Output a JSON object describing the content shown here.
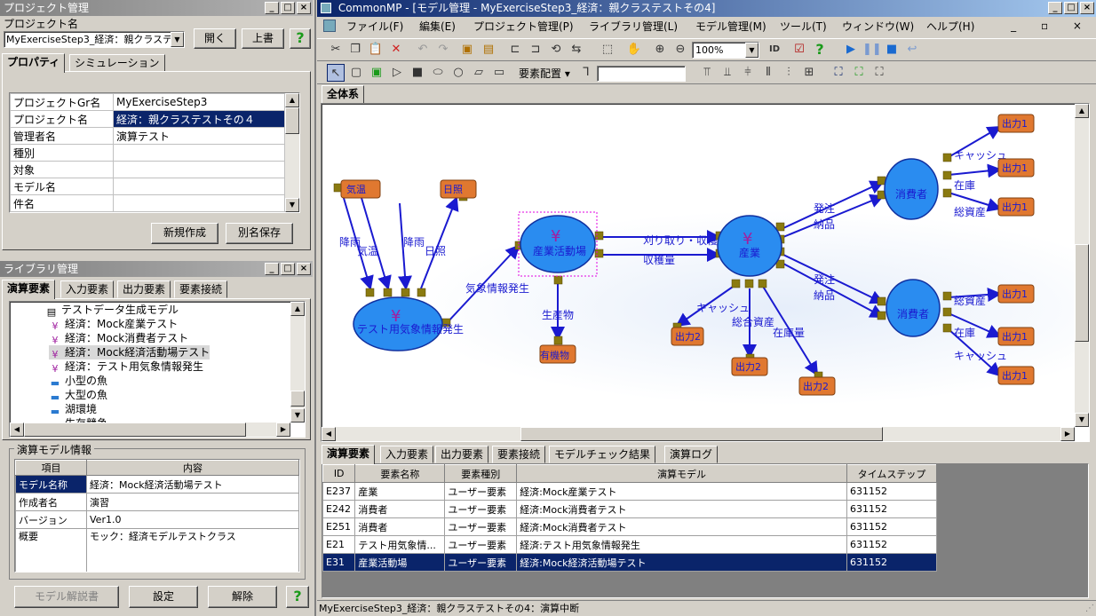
{
  "project_panel": {
    "title": "プロジェクト管理",
    "project_name_label": "プロジェクト名",
    "project_select_value": "MyExerciseStep3_経済：親クラステ",
    "open_btn": "開く",
    "overwrite_btn": "上書",
    "help_btn": "?",
    "tabs": [
      "プロパティ",
      "シミュレーション"
    ],
    "properties": [
      {
        "k": "プロジェクトGr名",
        "v": "MyExerciseStep3"
      },
      {
        "k": "プロジェクト名",
        "v": "経済：親クラステストその４"
      },
      {
        "k": "管理者名",
        "v": "演算テスト"
      },
      {
        "k": "種別",
        "v": ""
      },
      {
        "k": "対象",
        "v": ""
      },
      {
        "k": "モデル名",
        "v": ""
      },
      {
        "k": "件名",
        "v": ""
      }
    ],
    "new_btn": "新規作成",
    "save_as_btn": "別名保存"
  },
  "library_panel": {
    "title": "ライブラリ管理",
    "tabs": [
      "演算要素",
      "入力要素",
      "出力要素",
      "要素接続"
    ],
    "tree": [
      {
        "icon": "table-icon",
        "label": "テストデータ生成モデル",
        "sel": false
      },
      {
        "icon": "model-icon",
        "label": "経済：Mock産業テスト",
        "sel": false
      },
      {
        "icon": "model-icon",
        "label": "経済：Mock消費者テスト",
        "sel": false
      },
      {
        "icon": "model-icon",
        "label": "経済：Mock経済活動場テスト",
        "sel": true
      },
      {
        "icon": "model-icon",
        "label": "経済：テスト用気象情報発生",
        "sel": false
      },
      {
        "icon": "fish-icon",
        "label": "小型の魚",
        "sel": false
      },
      {
        "icon": "fish-icon",
        "label": "大型の魚",
        "sel": false
      },
      {
        "icon": "fish-icon",
        "label": "湖環境",
        "sel": false
      },
      {
        "icon": "fish-icon",
        "label": "生存競争",
        "sel": false
      }
    ],
    "info_title": "演算モデル情報",
    "info_headers": [
      "項目",
      "内容"
    ],
    "info_rows": [
      {
        "k": "モデル名称",
        "v": "経済：Mock経済活動場テスト"
      },
      {
        "k": "作成者名",
        "v": "演習"
      },
      {
        "k": "バージョン",
        "v": "Ver1.0"
      },
      {
        "k": "概要",
        "v": "モック：経済モデルテストクラス"
      }
    ],
    "manual_btn": "モデル解説書",
    "settings_btn": "設定",
    "remove_btn": "解除",
    "help_btn": "?"
  },
  "main_window": {
    "app_title": "CommonMP - [モデル管理 - MyExerciseStep3_経済：親クラステストその4]",
    "menu": [
      "ファイル(F)",
      "編集(E)",
      "プロジェクト管理(P)",
      "ライブラリ管理(L)",
      "モデル管理(M)",
      "ツール(T)",
      "ウィンドウ(W)",
      "ヘルプ(H)"
    ],
    "zoom": "100%",
    "layout_label": "要素配置",
    "canvas_tab": "全体系",
    "status": "MyExerciseStep3_経済：親クラステストその4：演算中断"
  },
  "diagram": {
    "nodes": {
      "weather": "テスト用気象情報発生",
      "market": "産業活動場",
      "industry": "産業",
      "consumer1": "消費者",
      "consumer2": "消費者",
      "kion": "気温",
      "nissho": "日照",
      "yuki": "有機物",
      "out_generic": "出力1",
      "out2": "出力2"
    },
    "edges": {
      "kousui": "降雨",
      "kion": "気温",
      "kousui2": "降雨",
      "nissho": "日照",
      "kisho": "気象情報発生",
      "seisan": "生産物",
      "karitori": "刈り取り・収穫作業",
      "shukaku": "収穫量",
      "hatchu": "発注",
      "nouhin": "納品",
      "cash": "キャッシュ",
      "sougou": "総合資産",
      "zaiko": "在庫",
      "zaiko2": "在庫量",
      "soushisan": "総資産"
    }
  },
  "bottom_panel": {
    "tabs": [
      "演算要素",
      "入力要素",
      "出力要素",
      "要素接続",
      "モデルチェック結果",
      "演算ログ"
    ],
    "headers": [
      "ID",
      "要素名称",
      "要素種別",
      "演算モデル",
      "タイムステップ"
    ],
    "rows": [
      {
        "id": "E237",
        "name": "産業",
        "type": "ユーザー要素",
        "model": "経済:Mock産業テスト",
        "step": "631152",
        "sel": false
      },
      {
        "id": "E242",
        "name": "消費者",
        "type": "ユーザー要素",
        "model": "経済:Mock消費者テスト",
        "step": "631152",
        "sel": false
      },
      {
        "id": "E251",
        "name": "消費者",
        "type": "ユーザー要素",
        "model": "経済:Mock消費者テスト",
        "step": "631152",
        "sel": false
      },
      {
        "id": "E21",
        "name": "テスト用気象情...",
        "type": "ユーザー要素",
        "model": "経済:テスト用気象情報発生",
        "step": "631152",
        "sel": false
      },
      {
        "id": "E31",
        "name": "産業活動場",
        "type": "ユーザー要素",
        "model": "経済:Mock経済活動場テスト",
        "step": "631152",
        "sel": true
      }
    ]
  },
  "colors": {
    "node_fill": "#2a8cf0",
    "node_stroke": "#1030a0",
    "edge": "#1a1ad0",
    "connector": "#8a7a10",
    "out_box": "#e07830"
  }
}
